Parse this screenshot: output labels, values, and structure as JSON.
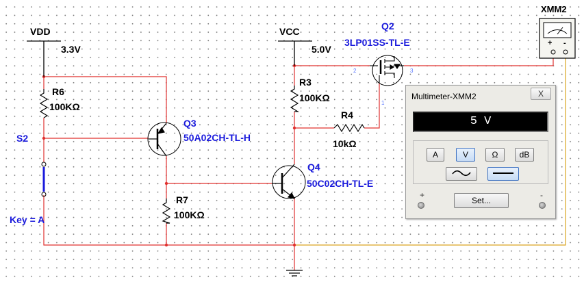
{
  "sources": {
    "vdd": {
      "label": "VDD",
      "value": "3.3V"
    },
    "vcc": {
      "label": "VCC",
      "value": "5.0V"
    }
  },
  "resistors": {
    "r6": {
      "name": "R6",
      "value": "100KΩ"
    },
    "r3": {
      "name": "R3",
      "value": "100KΩ"
    },
    "r4": {
      "name": "R4",
      "value": "10kΩ"
    },
    "r7": {
      "name": "R7",
      "value": "100KΩ"
    }
  },
  "transistors": {
    "q2": {
      "name": "Q2",
      "part": "3LP01SS-TL-E",
      "pins": [
        "2",
        "3",
        "1"
      ]
    },
    "q3": {
      "name": "Q3",
      "part": "50A02CH-TL-H"
    },
    "q4": {
      "name": "Q4",
      "part": "50C02CH-TL-E"
    }
  },
  "switch": {
    "name": "S2",
    "key": "Key = A"
  },
  "meter_symbol": {
    "name": "XMM2",
    "plus": "+",
    "minus": "-"
  },
  "multimeter": {
    "title": "Multimeter-XMM2",
    "close": "X",
    "reading": "5 V",
    "modes": [
      "A",
      "V",
      "Ω",
      "dB"
    ],
    "active_mode": "V",
    "set_label": "Set...",
    "plus": "+",
    "minus": "-"
  },
  "colors": {
    "wire": "#e0302e",
    "meter_wire": "#d9a520",
    "component": "#000000",
    "label_blue": "#1a1adc",
    "active_button": "#c7dcf5"
  },
  "icons": [
    "ground-icon",
    "resistor-icon",
    "pnp-transistor-icon",
    "npn-transistor-icon",
    "mosfet-icon",
    "switch-icon",
    "multimeter-icon",
    "ac-wave-icon",
    "dc-line-icon"
  ]
}
